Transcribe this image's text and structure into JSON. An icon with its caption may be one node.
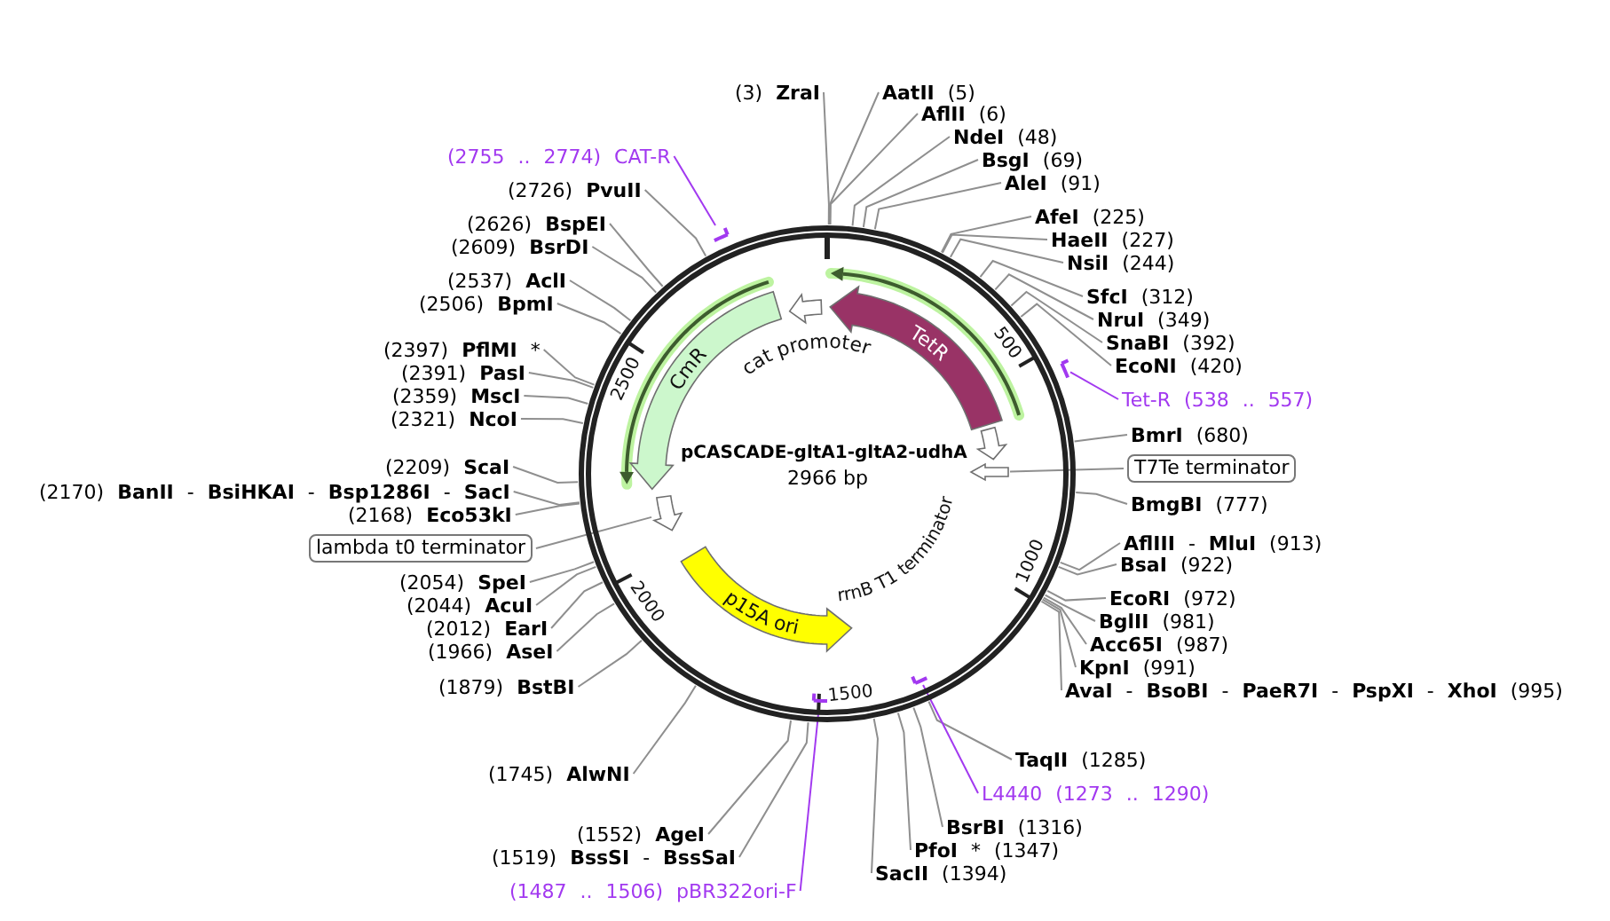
{
  "diagram": {
    "nodes": [
      {
        "text": [
          "pCASCADE-gltA1-gltA2-udhA",
          "2966 bp"
        ]
      },
      {
        "text": [
          "cat promoter"
        ],
        "in": 0
      },
      {
        "text": [
          "CmR"
        ],
        "in": 0
      },
      {
        "text": [
          "TetR"
        ],
        "in": 0
      },
      {
        "text": [
          "rrnB T1 terminator"
        ],
        "in": 0
      },
      {
        "text": [],
        "shape": "arrow",
        "in": 0
      },
      {
        "text": [],
        "shape": "arrow",
        "in": 0
      },
      {
        "text": [
          "p15A ori"
        ],
        "in": 0
      },
      {
        "text": [],
        "shape": "bar",
        "in": 0
      },
      {
        "text": [],
        "shape": "bar",
        "in": 0
      },
      {
        "text": [],
        "shape": "bar",
        "in": 0
      },
      {
        "text": [],
        "shape": "bar",
        "in": 0
      },
      {
        "text": [
          "(3) **ZraI**"
        ]
      },
      {
        "text": [
          "**AatII** (5)"
        ]
      },
      {
        "text": [
          "**AflII** (6)"
        ]
      },
      {
        "text": [
          "**NdeI** (48)"
        ]
      },
      {
        "text": [
          "(2755 .. 2774) CAT-R"
        ]
      },
      {
        "text": [
          "**BsgI** (69)"
        ]
      },
      {
        "text": [
          "**AleI** (91)"
        ]
      },
      {
        "text": [
          "(2726) **PvuII**"
        ]
      },
      {
        "text": [
          "**AfeI** (225)"
        ]
      },
      {
        "text": [
          "(2626) **BspEI**"
        ]
      },
      {
        "text": [
          "**HaeII** (227)"
        ]
      },
      {
        "text": [
          "(2609) **BsrDI**"
        ]
      },
      {
        "text": [
          "**NsiI** (244)"
        ]
      },
      {
        "text": [
          "(2537) **AclI**"
        ]
      },
      {
        "text": [
          "**SfcI** (312)"
        ]
      },
      {
        "text": [
          "(2506) **BpmI**"
        ]
      },
      {
        "text": [
          "**NruI** (349)"
        ]
      },
      {
        "text": [
          "**SnaBI** (392)"
        ]
      },
      {
        "text": [
          "(2397) **PflMI** *"
        ]
      },
      {
        "text": [
          "**EcoNI** (420)"
        ]
      },
      {
        "text": [
          "(2391) **PasI**"
        ]
      },
      {
        "text": [
          "(2359) **MscI**"
        ]
      },
      {
        "text": [
          "Tet-R (538 .. 557)"
        ]
      },
      {
        "text": [
          "(2321) **NcoI**"
        ]
      },
      {
        "text": [
          "**BmrI** (680)"
        ]
      },
      {
        "text": [
          "(2209) **ScaI**"
        ]
      },
      {
        "text": [
          "T7Te terminator"
        ]
      },
      {
        "text": [
          "(2170) **BanII** - **BsiHKAI** - **Bsp1286I** - **SacI**"
        ]
      },
      {
        "text": [
          "**BmgBI** (777)"
        ]
      },
      {
        "text": [
          "(2168) **Eco53kI**"
        ]
      },
      {
        "text": [
          "**AflIII** - **MluI** (913)"
        ]
      },
      {
        "text": [
          "lambda t0 terminator"
        ]
      },
      {
        "text": [
          "**BsaI** (922)"
        ]
      },
      {
        "text": [
          "(2054) **SpeI**"
        ]
      },
      {
        "text": [
          "**EcoRI** (972)"
        ]
      },
      {
        "text": [
          "(2044) **AcuI**"
        ]
      },
      {
        "text": [
          "**BglII** (981)"
        ]
      },
      {
        "text": [
          "(2012) **EarI**"
        ]
      },
      {
        "text": [
          "**Acc65I** (987)"
        ]
      },
      {
        "text": [
          "(1966) **AseI**"
        ]
      },
      {
        "text": [
          "**KpnI** (991)"
        ]
      },
      {
        "text": [
          "(1879) **BstBI**"
        ]
      },
      {
        "text": [
          "**AvaI** - **BsoBI** - **PaeR7I** - **PspXI** - **XhoI** (995)"
        ]
      },
      {
        "text": [
          "**TaqII** (1285)"
        ]
      },
      {
        "text": [
          "(1745) **AlwNI**"
        ]
      },
      {
        "text": [
          "L4440 (1273 .. 1290)"
        ]
      },
      {
        "text": [
          "**BsrBI** (1316)"
        ]
      },
      {
        "text": [
          "(1552) **AgeI**"
        ]
      },
      {
        "text": [
          "**PfoI** * (1347)"
        ]
      },
      {
        "text": [
          "(1519) **BssSI** - **BssSaI**"
        ]
      },
      {
        "text": [
          "**SacII** (1394)"
        ]
      },
      {
        "text": [
          "(1487 .. 1506) pBR322ori-F"
        ]
      }
    ],
    "edges": [
      {
        "from": 12,
        "to": 0,
        "arrow": "none"
      },
      {
        "from": 13,
        "to": 0,
        "arrow": "none"
      },
      {
        "from": 14,
        "to": 0,
        "arrow": "none"
      },
      {
        "from": 15,
        "to": 0,
        "arrow": "none"
      },
      {
        "from": 16,
        "to": 8,
        "arrow": "none",
        "color": "#a239f0"
      },
      {
        "from": 17,
        "to": 0,
        "arrow": "none"
      },
      {
        "from": 18,
        "to": 0,
        "arrow": "none"
      },
      {
        "from": 19,
        "to": 0,
        "arrow": "none"
      },
      {
        "from": 20,
        "to": 0,
        "arrow": "none"
      },
      {
        "from": 21,
        "to": 0,
        "arrow": "none"
      },
      {
        "from": 22,
        "to": 0,
        "arrow": "none"
      },
      {
        "from": 23,
        "to": 0,
        "arrow": "none"
      },
      {
        "from": 24,
        "to": 0,
        "arrow": "none"
      },
      {
        "from": 25,
        "to": 0,
        "arrow": "none"
      },
      {
        "from": 26,
        "to": 0,
        "arrow": "none"
      },
      {
        "from": 27,
        "to": 0,
        "arrow": "none"
      },
      {
        "from": 28,
        "to": 0,
        "arrow": "none"
      },
      {
        "from": 29,
        "to": 0,
        "arrow": "none"
      },
      {
        "from": 30,
        "to": 0,
        "arrow": "none"
      },
      {
        "from": 31,
        "to": 0,
        "arrow": "none"
      },
      {
        "from": 32,
        "to": 0,
        "arrow": "none"
      },
      {
        "from": 33,
        "to": 0,
        "arrow": "none"
      },
      {
        "from": 34,
        "to": 9,
        "arrow": "none",
        "color": "#a239f0"
      },
      {
        "from": 35,
        "to": 0,
        "arrow": "none"
      },
      {
        "from": 36,
        "to": 0,
        "arrow": "none"
      },
      {
        "from": 37,
        "to": 0,
        "arrow": "none"
      },
      {
        "from": 38,
        "to": 5,
        "arrow": "none"
      },
      {
        "from": 39,
        "to": 0,
        "arrow": "none"
      },
      {
        "from": 40,
        "to": 0,
        "arrow": "none"
      },
      {
        "from": 41,
        "to": 0,
        "arrow": "none"
      },
      {
        "from": 42,
        "to": 0,
        "arrow": "none"
      },
      {
        "from": 43,
        "to": 6,
        "arrow": "none"
      },
      {
        "from": 44,
        "to": 0,
        "arrow": "none"
      },
      {
        "from": 45,
        "to": 0,
        "arrow": "none"
      },
      {
        "from": 46,
        "to": 0,
        "arrow": "none"
      },
      {
        "from": 47,
        "to": 0,
        "arrow": "none"
      },
      {
        "from": 48,
        "to": 0,
        "arrow": "none"
      },
      {
        "from": 49,
        "to": 0,
        "arrow": "none"
      },
      {
        "from": 50,
        "to": 0,
        "arrow": "none"
      },
      {
        "from": 51,
        "to": 0,
        "arrow": "none"
      },
      {
        "from": 52,
        "to": 0,
        "arrow": "none"
      },
      {
        "from": 53,
        "to": 0,
        "arrow": "none"
      },
      {
        "from": 54,
        "to": 0,
        "arrow": "none"
      },
      {
        "from": 55,
        "to": 0,
        "arrow": "none"
      },
      {
        "from": 56,
        "to": 0,
        "arrow": "none"
      },
      {
        "from": 57,
        "to": 10,
        "arrow": "none",
        "color": "#a239f0"
      },
      {
        "from": 58,
        "to": 0,
        "arrow": "none"
      },
      {
        "from": 59,
        "to": 0,
        "arrow": "none"
      },
      {
        "from": 60,
        "to": 0,
        "arrow": "none"
      },
      {
        "from": 61,
        "to": 0,
        "arrow": "none"
      },
      {
        "from": 62,
        "to": 0,
        "arrow": "none"
      },
      {
        "from": 63,
        "to": 11,
        "arrow": "none",
        "color": "#a239f0"
      }
    ],
    "labels": [
      "500",
      "1000",
      "1500",
      "2000",
      "2500"
    ]
  }
}
